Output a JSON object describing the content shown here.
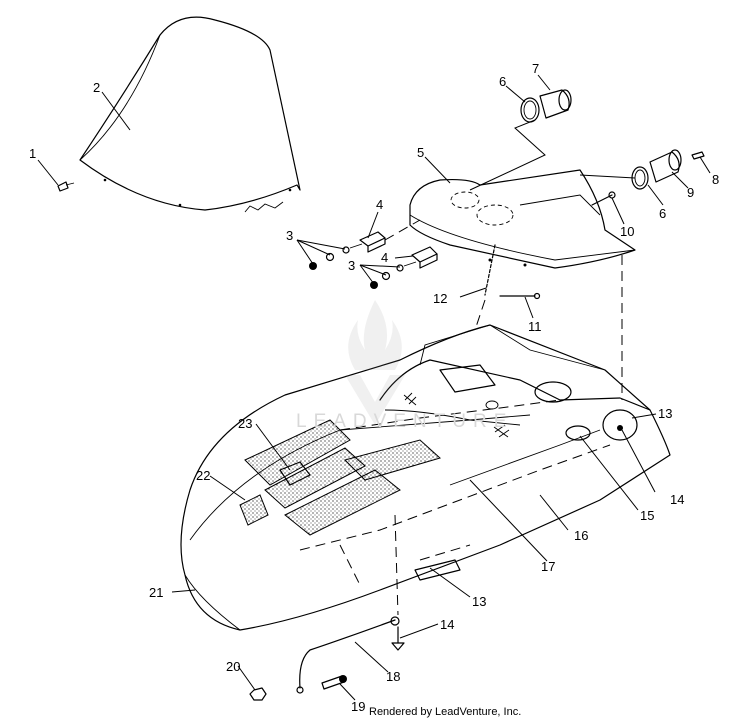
{
  "diagram": {
    "callouts": {
      "c1": "1",
      "c2": "2",
      "c3a": "3",
      "c3b": "3",
      "c4a": "4",
      "c4b": "4",
      "c5": "5",
      "c6a": "6",
      "c6b": "6",
      "c7": "7",
      "c8": "8",
      "c9": "9",
      "c10": "10",
      "c11": "11",
      "c12": "12",
      "c13a": "13",
      "c13b": "13",
      "c14a": "14",
      "c14b": "14",
      "c15": "15",
      "c16": "16",
      "c17": "17",
      "c18": "18",
      "c19": "19",
      "c20": "20",
      "c21": "21",
      "c22": "22",
      "c23": "23"
    },
    "watermark_text": "LEADVENTURE",
    "credit": "Rendered by LeadVenture, Inc."
  }
}
